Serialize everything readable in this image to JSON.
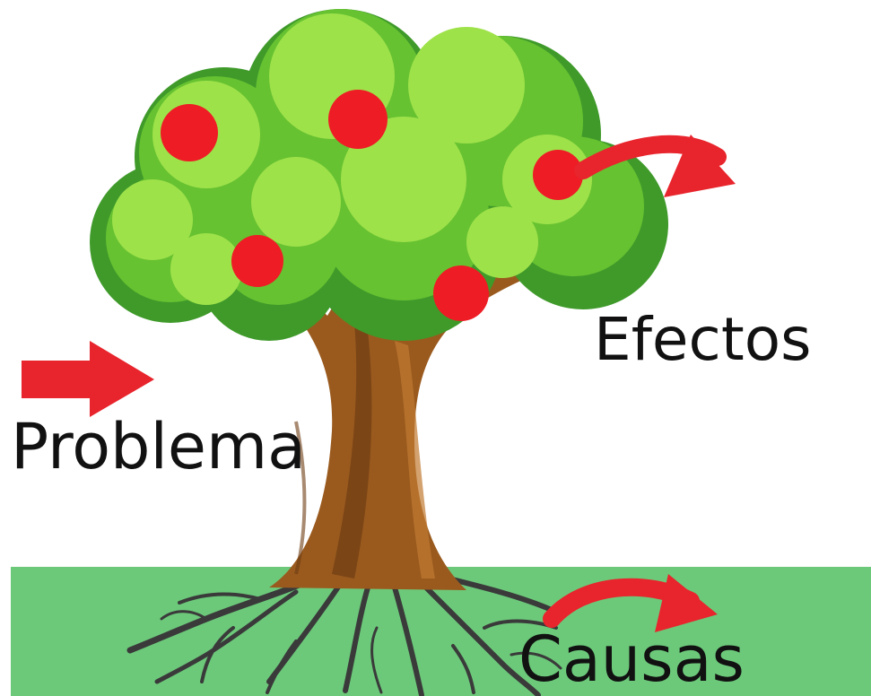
{
  "diagram": {
    "labels": {
      "effects": "Efectos",
      "problem": "Problema",
      "causes": "Causas"
    },
    "colors": {
      "ground": "#6cc97a",
      "trunk": "#9a5a1e",
      "trunk_shade": "#6e3c12",
      "canopy_dark": "#3f9a2a",
      "canopy_mid": "#67c231",
      "canopy_light": "#9ee24a",
      "fruit": "#ee1c24",
      "arrow": "#e8242c",
      "roots": "#3a3a3a",
      "text": "#111111"
    },
    "icons": [
      "right-arrow-icon",
      "curved-arrow-icon"
    ]
  }
}
